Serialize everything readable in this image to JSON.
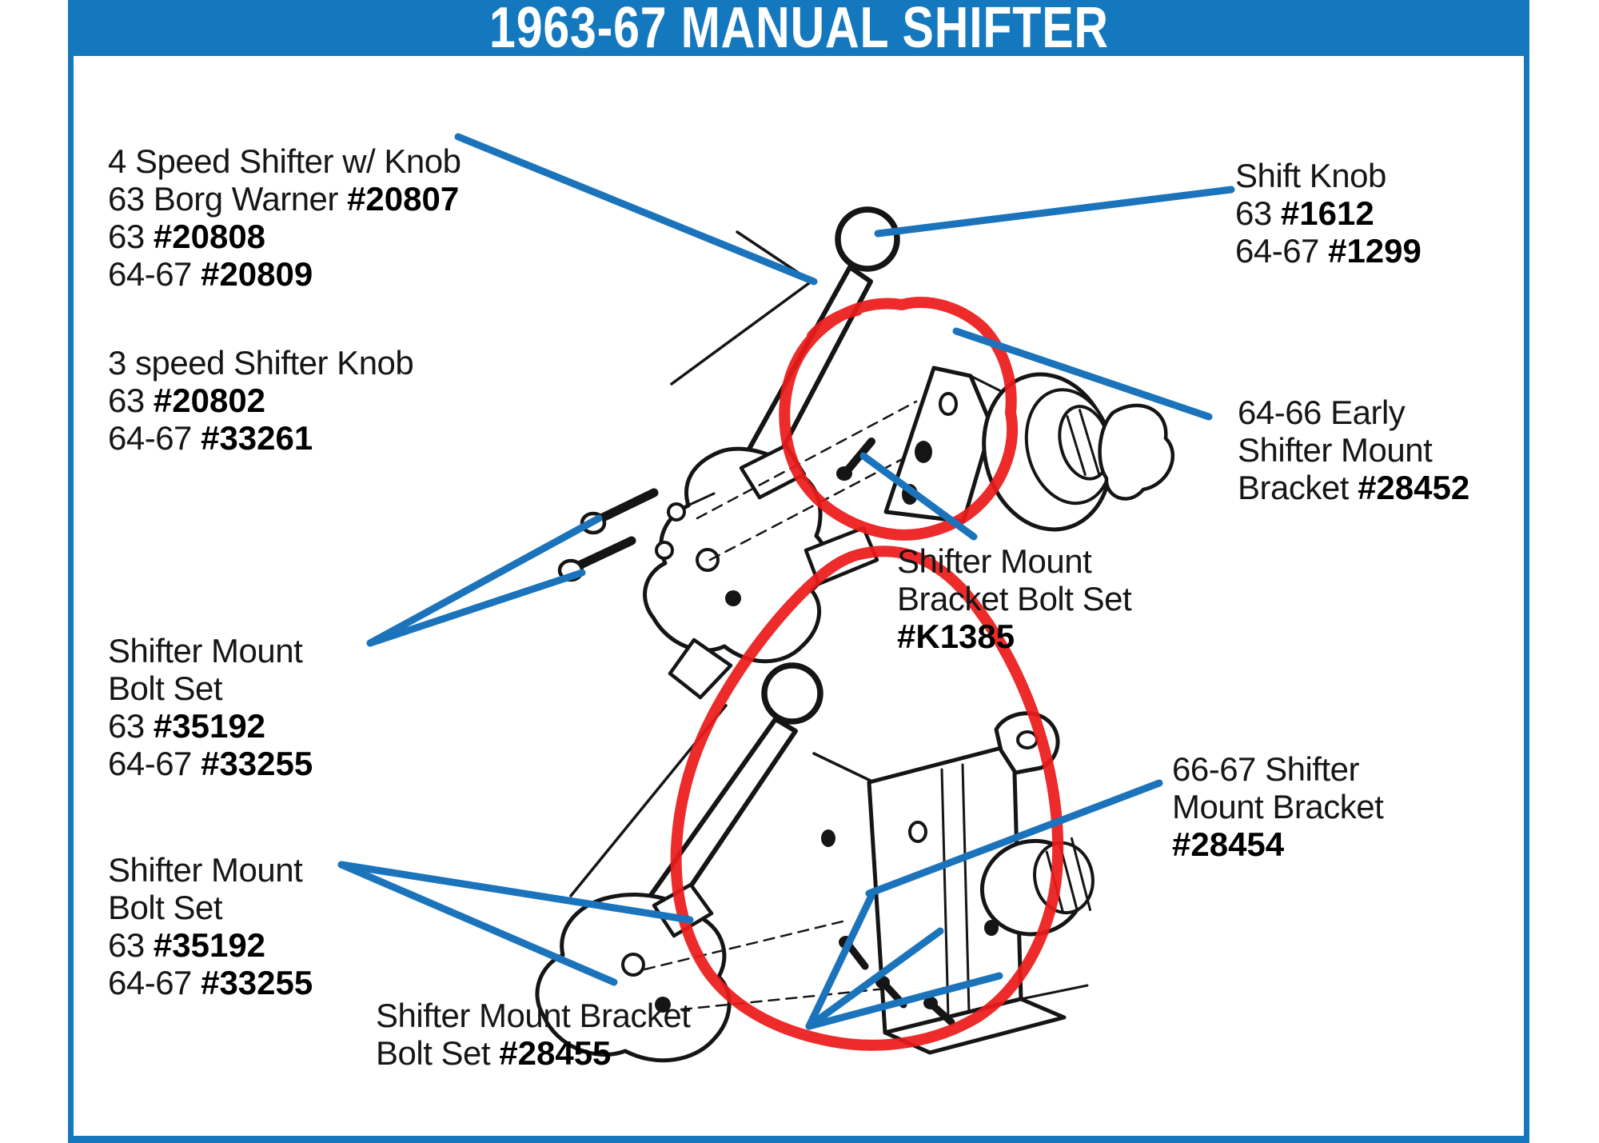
{
  "header": {
    "title": "1963-67 MANUAL SHIFTER"
  },
  "colors": {
    "header_blue": "#1478BE",
    "leader_blue": "#1B74BB",
    "highlight_red": "#EC1B1B",
    "ink_black": "#151515"
  },
  "labels": {
    "four_speed": {
      "lines": [
        {
          "pre": "4 Speed Shifter w/ Knob",
          "num": ""
        },
        {
          "pre": "63 Borg Warner ",
          "num": "#20807"
        },
        {
          "pre": "63 ",
          "num": "#20808"
        },
        {
          "pre": "64-67 ",
          "num": "#20809"
        }
      ]
    },
    "three_speed": {
      "lines": [
        {
          "pre": "3 speed Shifter Knob",
          "num": ""
        },
        {
          "pre": "63 ",
          "num": "#20802"
        },
        {
          "pre": "64-67 ",
          "num": "#33261"
        }
      ]
    },
    "shift_knob": {
      "lines": [
        {
          "pre": "Shift Knob",
          "num": ""
        },
        {
          "pre": "63 ",
          "num": "#1612"
        },
        {
          "pre": "64-67 ",
          "num": "#1299"
        }
      ]
    },
    "early_bracket": {
      "lines": [
        {
          "pre": "64-66 Early",
          "num": ""
        },
        {
          "pre": "Shifter Mount",
          "num": ""
        },
        {
          "pre": "Bracket ",
          "num": "#28452"
        }
      ]
    },
    "k1385": {
      "lines": [
        {
          "pre": "Shifter Mount",
          "num": ""
        },
        {
          "pre": "Bracket Bolt Set",
          "num": ""
        },
        {
          "pre": "",
          "num": "#K1385"
        }
      ]
    },
    "mount_bolt_upper": {
      "lines": [
        {
          "pre": "Shifter Mount",
          "num": ""
        },
        {
          "pre": "Bolt Set",
          "num": ""
        },
        {
          "pre": "63 ",
          "num": "#35192"
        },
        {
          "pre": "64-67 ",
          "num": "#33255"
        }
      ]
    },
    "mount_bolt_lower": {
      "lines": [
        {
          "pre": "Shifter Mount",
          "num": ""
        },
        {
          "pre": "Bolt Set",
          "num": ""
        },
        {
          "pre": "63 ",
          "num": "#35192"
        },
        {
          "pre": "64-67 ",
          "num": "#33255"
        }
      ]
    },
    "late_bracket": {
      "lines": [
        {
          "pre": "66-67 Shifter",
          "num": ""
        },
        {
          "pre": "Mount Bracket",
          "num": ""
        },
        {
          "pre": "",
          "num": "#28454"
        }
      ]
    },
    "bracket_bolt_set": {
      "lines": [
        {
          "pre": "Shifter Mount Bracket",
          "num": ""
        },
        {
          "pre": "Bolt Set ",
          "num": "#28455"
        }
      ]
    }
  }
}
